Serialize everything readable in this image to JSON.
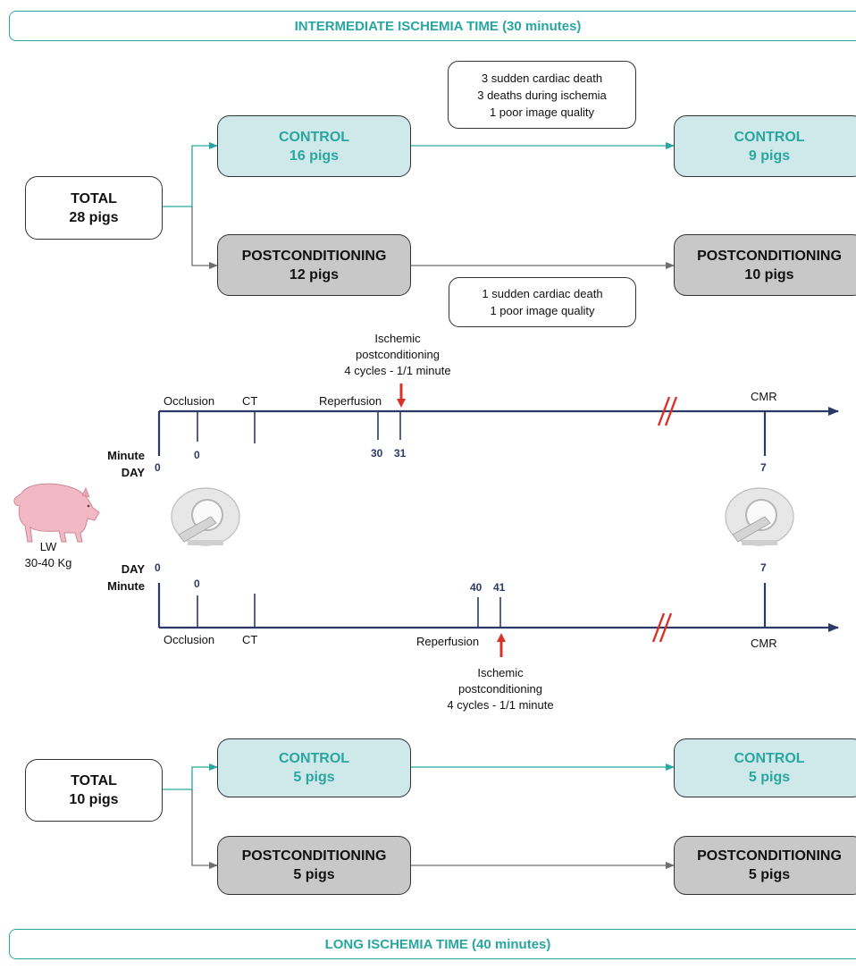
{
  "top": {
    "banner": "INTERMEDIATE ISCHEMIA TIME (30 minutes)",
    "total": {
      "title": "TOTAL",
      "count": "28 pigs"
    },
    "control_start": {
      "title": "CONTROL",
      "count": "16 pigs"
    },
    "post_start": {
      "title": "POSTCONDITIONING",
      "count": "12 pigs"
    },
    "control_end": {
      "title": "CONTROL",
      "count": "9 pigs"
    },
    "post_end": {
      "title": "POSTCONDITIONING",
      "count": "10 pigs"
    },
    "control_losses": [
      "3 sudden cardiac death",
      "3 deaths during ischemia",
      "1 poor image quality"
    ],
    "post_losses": [
      "1 sudden cardiac death",
      "1 poor image quality"
    ]
  },
  "timeline_top": {
    "postcond_note": [
      "Ischemic",
      "postconditioning",
      "4 cycles - 1/1 minute"
    ],
    "occlusion": "Occlusion",
    "ct": "CT",
    "reperfusion": "Reperfusion",
    "cmr": "CMR",
    "side_labels": [
      "Minute",
      "DAY"
    ],
    "ticks": {
      "day0": "0",
      "minute0": "0",
      "m1": "30",
      "m2": "31",
      "day7": "7"
    }
  },
  "animal": {
    "lw": "LW",
    "weight": "30-40 Kg"
  },
  "timeline_bottom": {
    "side_labels": [
      "DAY",
      "Minute"
    ],
    "ticks": {
      "day0": "0",
      "minute0": "0",
      "m1": "40",
      "m2": "41",
      "day7": "7"
    },
    "occlusion": "Occlusion",
    "ct": "CT",
    "reperfusion": "Reperfusion",
    "cmr": "CMR",
    "postcond_note": [
      "Ischemic",
      "postconditioning",
      "4 cycles - 1/1 minute"
    ]
  },
  "bottom": {
    "banner": "LONG ISCHEMIA TIME (40 minutes)",
    "total": {
      "title": "TOTAL",
      "count": "10 pigs"
    },
    "control_start": {
      "title": "CONTROL",
      "count": "5 pigs"
    },
    "post_start": {
      "title": "POSTCONDITIONING",
      "count": "5 pigs"
    },
    "control_end": {
      "title": "CONTROL",
      "count": "5 pigs"
    },
    "post_end": {
      "title": "POSTCONDITIONING",
      "count": "5 pigs"
    }
  },
  "colors": {
    "teal": "#2aa6a0",
    "control_fill": "#cfe9ea",
    "post_fill": "#c8c8c8",
    "axis": "#2b3a66",
    "marker": "#d9302a"
  }
}
